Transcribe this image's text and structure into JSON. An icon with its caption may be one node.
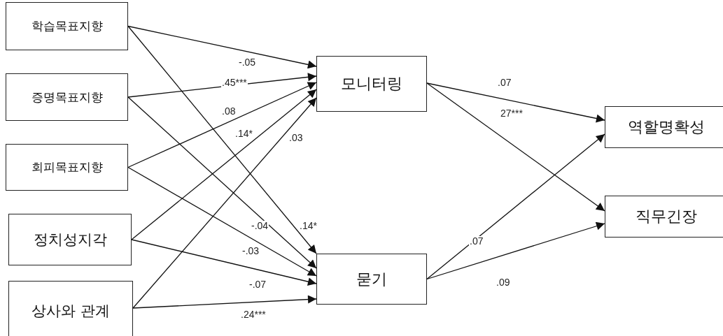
{
  "diagram": {
    "nodes": [
      {
        "text": [
          "학습목표지향"
        ]
      },
      {
        "text": [
          "증명목표지향"
        ]
      },
      {
        "text": [
          "회피목표지향"
        ]
      },
      {
        "text": [
          "정치성지각"
        ]
      },
      {
        "text": [
          "상사와 관계"
        ]
      },
      {
        "text": [
          "모니터링"
        ]
      },
      {
        "text": [
          "묻기"
        ]
      },
      {
        "text": [
          "역할명확성"
        ]
      },
      {
        "text": [
          "직무긴장"
        ]
      }
    ],
    "edges": [
      {
        "from": 0,
        "to": 5,
        "arrow": "to",
        "label": "-.05"
      },
      {
        "from": 1,
        "to": 5,
        "arrow": "to",
        "label": ".45***"
      },
      {
        "from": 2,
        "to": 5,
        "arrow": "to",
        "label": ".08"
      },
      {
        "from": 3,
        "to": 5,
        "arrow": "to",
        "label": ".14*"
      },
      {
        "from": 4,
        "to": 5,
        "arrow": "to",
        "label": ".03"
      },
      {
        "from": 0,
        "to": 6,
        "arrow": "to",
        "label": ".14*"
      },
      {
        "from": 1,
        "to": 6,
        "arrow": "to",
        "label": "-.04"
      },
      {
        "from": 2,
        "to": 6,
        "arrow": "to",
        "label": "-.03"
      },
      {
        "from": 3,
        "to": 6,
        "arrow": "to",
        "label": "-.07"
      },
      {
        "from": 4,
        "to": 6,
        "arrow": "to",
        "label": ".24***"
      },
      {
        "from": 5,
        "to": 7,
        "arrow": "to",
        "label": ".07"
      },
      {
        "from": 5,
        "to": 8,
        "arrow": "to",
        "label": "27***"
      },
      {
        "from": 6,
        "to": 7,
        "arrow": "to",
        "label": ".07"
      },
      {
        "from": 6,
        "to": 8,
        "arrow": "to",
        "label": ".09"
      }
    ]
  }
}
